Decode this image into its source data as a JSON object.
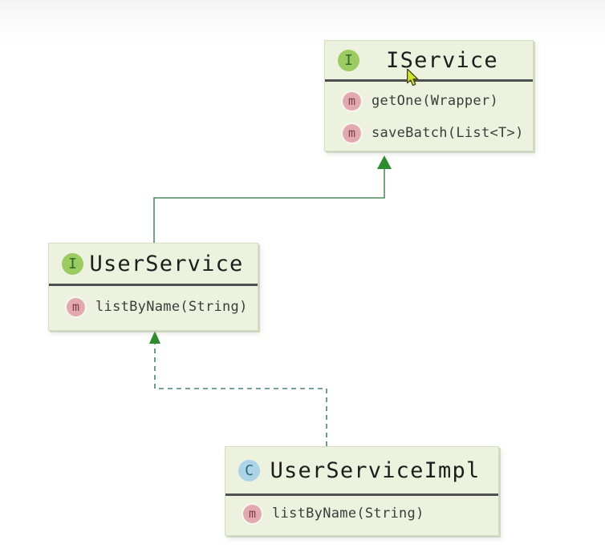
{
  "colors": {
    "node-bg": "#edf2df",
    "node-border": "#d6dcc2",
    "divider": "#4f4f4f",
    "title-color": "#1d1d1d",
    "method-color": "#3c3c3c",
    "interface-icon-bg": "#9ccb62",
    "interface-icon-fg": "#2f6b28",
    "class-icon-bg": "#abd4e9",
    "class-icon-fg": "#2c6a72",
    "method-icon-bg": "#e3a9b1",
    "method-icon-fg": "#7e3b47",
    "edge-solid": "#4f8b5f",
    "edge-dashed": "#4d8173",
    "arrow-fill": "#2e8b2e",
    "cursor-fill": "#cfe431",
    "cursor-stroke": "#42421e"
  },
  "nodes": [
    {
      "title": "IService",
      "kind": "interface",
      "icon_letter": "I",
      "methods": [
        {
          "icon_letter": "m",
          "label": "getOne(Wrapper)"
        },
        {
          "icon_letter": "m",
          "label": "saveBatch(List<T>)"
        }
      ]
    },
    {
      "title": "UserService",
      "kind": "interface",
      "icon_letter": "I",
      "methods": [
        {
          "icon_letter": "m",
          "label": "listByName(String)"
        }
      ]
    },
    {
      "title": "UserServiceImpl",
      "kind": "class",
      "icon_letter": "C",
      "methods": [
        {
          "icon_letter": "m",
          "label": "listByName(String)"
        }
      ]
    }
  ],
  "edges": [
    {
      "from": "UserService",
      "to": "IService",
      "relation": "extends",
      "style": "solid"
    },
    {
      "from": "UserServiceImpl",
      "to": "UserService",
      "relation": "implements",
      "style": "dashed"
    }
  ]
}
